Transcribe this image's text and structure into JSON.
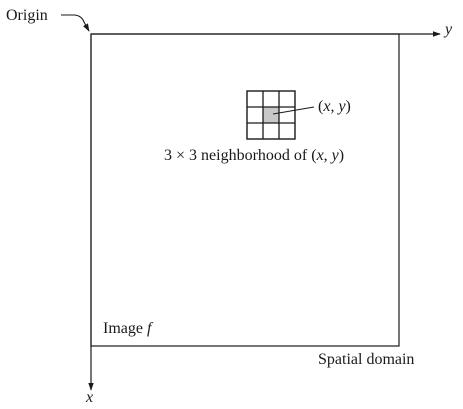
{
  "labels": {
    "origin": "Origin",
    "y_axis": "y",
    "x_axis": "x",
    "point_open": "(",
    "point_x": "x",
    "point_comma": ", ",
    "point_y": "y",
    "point_close": ")",
    "neighborhood_prefix": "3 × 3 neighborhood of (",
    "neighborhood_x": "x",
    "neighborhood_comma": ", ",
    "neighborhood_y": "y",
    "neighborhood_close": ")",
    "image_prefix": "Image ",
    "image_symbol": "f",
    "spatial_domain": "Spatial domain"
  },
  "grid": {
    "rows": 3,
    "cols": 3,
    "center_fill": "#c8c8c8"
  },
  "colors": {
    "stroke": "#1a1a1a",
    "background": "#ffffff"
  }
}
